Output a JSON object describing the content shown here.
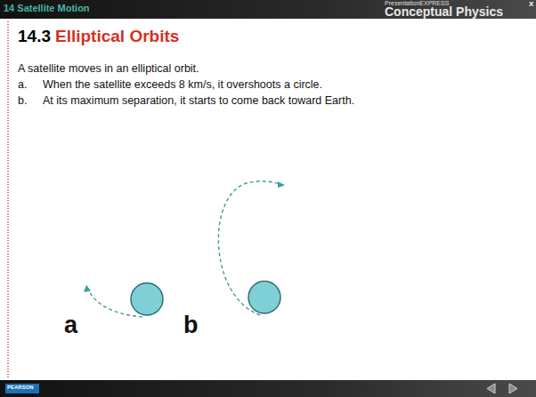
{
  "diagram": {
    "title": "Elliptical Orbits",
    "labels": [
      "14 Satellite Motion",
      "PresentationEXPRESS",
      "Conceptual Physics",
      "X",
      "14.3",
      "A satellite moves in an elliptical orbit.",
      "a.",
      "When the satellite exceeds 8 km/s, it overshoots a circle.",
      "b.",
      "At its maximum separation, it starts to come back toward Earth.",
      "a",
      "b",
      "PEARSON"
    ]
  }
}
